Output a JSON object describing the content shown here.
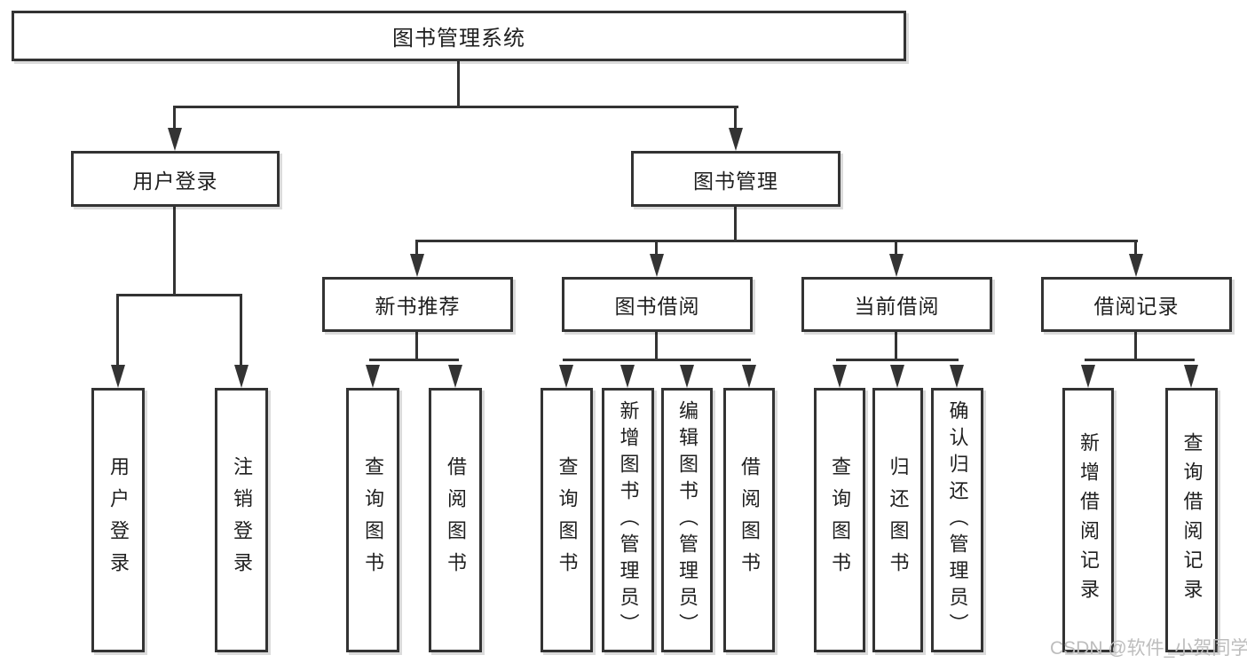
{
  "tree": {
    "label": "图书管理系统",
    "children": [
      {
        "label": "用户登录",
        "children": [
          {
            "label": "用户登录"
          },
          {
            "label": "注销登录"
          }
        ]
      },
      {
        "label": "图书管理",
        "children": [
          {
            "label": "新书推荐",
            "children": [
              {
                "label": "查询图书"
              },
              {
                "label": "借阅图书"
              }
            ]
          },
          {
            "label": "图书借阅",
            "children": [
              {
                "label": "查询图书"
              },
              {
                "label": "新增图书（管理员）"
              },
              {
                "label": "编辑图书（管理员）"
              },
              {
                "label": "借阅图书"
              }
            ]
          },
          {
            "label": "当前借阅",
            "children": [
              {
                "label": "查询图书"
              },
              {
                "label": "归还图书"
              },
              {
                "label": "确认归还（管理员）"
              }
            ]
          },
          {
            "label": "借阅记录",
            "children": [
              {
                "label": "新增借阅记录"
              },
              {
                "label": "查询借阅记录"
              }
            ]
          }
        ]
      }
    ]
  },
  "watermark": {
    "text": "CSDN @软件_小贺同学"
  },
  "colors": {
    "line": "#333333",
    "box_border": "#333333",
    "box_background": "#ffffff",
    "text": "#1f1f1f",
    "watermark": "#bdbdbd"
  }
}
